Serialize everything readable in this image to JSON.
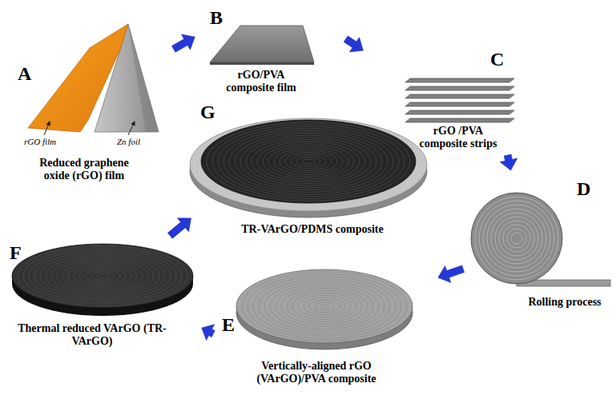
{
  "diagram": {
    "nodes": [
      {
        "text": [
          "A",
          "rGO film",
          "Zn foil",
          "Reduced graphene oxide (rGO) film"
        ]
      },
      {
        "text": [
          "B",
          "rGO/PVA composite film"
        ]
      },
      {
        "text": [
          "C",
          "rGO /PVA composite strips"
        ]
      },
      {
        "text": [
          "D",
          "Rolling process"
        ]
      },
      {
        "text": [
          "E",
          "Vertically-aligned rGO (VArGO)/PVA composite"
        ]
      },
      {
        "text": [
          "F",
          "Thermal reduced VArGO (TR-VArGO)"
        ]
      },
      {
        "text": [
          "G",
          "TR-VArGO/PDMS composite"
        ]
      }
    ],
    "edges": [
      {
        "from": 0,
        "to": 1,
        "arrow": "to"
      },
      {
        "from": 1,
        "to": 2,
        "arrow": "to"
      },
      {
        "from": 2,
        "to": 3,
        "arrow": "to"
      },
      {
        "from": 3,
        "to": 4,
        "arrow": "to"
      },
      {
        "from": 4,
        "to": 5,
        "arrow": "to"
      },
      {
        "from": 5,
        "to": 6,
        "arrow": "to"
      }
    ]
  }
}
